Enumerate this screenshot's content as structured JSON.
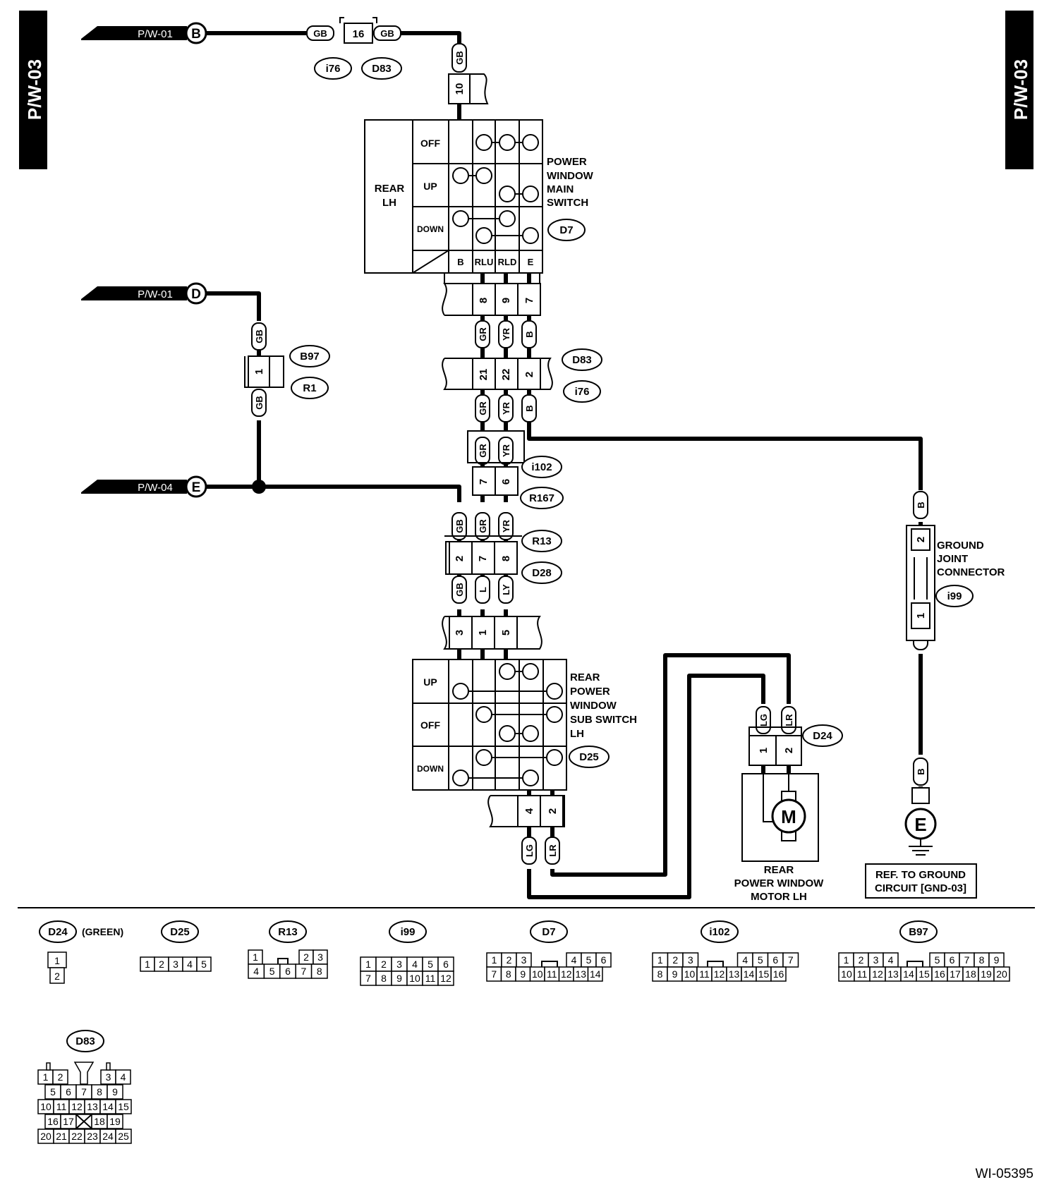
{
  "side_tabs": {
    "left": "P/W-03",
    "right": "P/W-03"
  },
  "offpage": {
    "b": {
      "ref": "P/W-01",
      "letter": "B"
    },
    "d": {
      "ref": "P/W-01",
      "letter": "D"
    },
    "e": {
      "ref": "P/W-04",
      "letter": "E"
    }
  },
  "wire_colors": {
    "gb": "GB",
    "gr": "GR",
    "yr": "YR",
    "b": "B",
    "l": "L",
    "ly": "LY",
    "lg": "LG",
    "lr": "LR"
  },
  "pins": {
    "p16": "16",
    "p10": "10",
    "p8": "8",
    "p9": "9",
    "p7": "7",
    "p21": "21",
    "p22": "22",
    "p2": "2",
    "p1": "1",
    "p6": "6",
    "p3": "3",
    "p5": "5",
    "p4": "4"
  },
  "connectors": {
    "i76": "i76",
    "D83": "D83",
    "D7": "D7",
    "B97": "B97",
    "R1": "R1",
    "i102": "i102",
    "R167": "R167",
    "R13": "R13",
    "D28": "D28",
    "D25": "D25",
    "D24": "D24",
    "i99": "i99"
  },
  "main_switch": {
    "label": [
      "POWER",
      "WINDOW",
      "MAIN",
      "SWITCH"
    ],
    "side_label": [
      "REAR",
      "LH"
    ],
    "rows": [
      "OFF",
      "UP",
      "DOWN"
    ],
    "terminals": [
      "B",
      "RLU",
      "RLD",
      "E"
    ]
  },
  "sub_switch": {
    "label": [
      "REAR",
      "POWER",
      "WINDOW",
      "SUB SWITCH",
      "LH"
    ],
    "rows": [
      "UP",
      "OFF",
      "DOWN"
    ]
  },
  "motor": {
    "symbol": "M",
    "label": [
      "REAR",
      "POWER WINDOW",
      "MOTOR LH"
    ]
  },
  "ground_joint": {
    "label": [
      "GROUND",
      "JOINT",
      "CONNECTOR"
    ]
  },
  "ground": {
    "symbol": "E",
    "ref": [
      "REF. TO GROUND",
      "CIRCUIT [GND-03]"
    ]
  },
  "connector_views": {
    "D24_note": "(GREEN)",
    "D24_pins": [
      "1",
      "2"
    ],
    "D25_pins": [
      "1",
      "2",
      "3",
      "4",
      "5"
    ],
    "R13_row1": [
      "1",
      "2",
      "3"
    ],
    "R13_row2": [
      "4",
      "5",
      "6",
      "7",
      "8"
    ],
    "i99_row1": [
      "1",
      "2",
      "3",
      "4",
      "5",
      "6"
    ],
    "i99_row2": [
      "7",
      "8",
      "9",
      "10",
      "11",
      "12"
    ],
    "D7_row1": [
      "1",
      "2",
      "3",
      "4",
      "5",
      "6"
    ],
    "D7_row2": [
      "7",
      "8",
      "9",
      "10",
      "11",
      "12",
      "13",
      "14"
    ],
    "i102_row1": [
      "1",
      "2",
      "3",
      "4",
      "5",
      "6",
      "7"
    ],
    "i102_row2": [
      "8",
      "9",
      "10",
      "11",
      "12",
      "13",
      "14",
      "15",
      "16"
    ],
    "B97_row1": [
      "1",
      "2",
      "3",
      "4",
      "5",
      "6",
      "7",
      "8",
      "9"
    ],
    "B97_row2": [
      "10",
      "11",
      "12",
      "13",
      "14",
      "15",
      "16",
      "17",
      "18",
      "19",
      "20"
    ],
    "D83_rows": [
      [
        "1",
        "2",
        "3",
        "4"
      ],
      [
        "5",
        "6",
        "7",
        "8",
        "9"
      ],
      [
        "10",
        "11",
        "12",
        "13",
        "14",
        "15"
      ],
      [
        "16",
        "17",
        "18",
        "19"
      ],
      [
        "20",
        "21",
        "22",
        "23",
        "24",
        "25"
      ]
    ]
  },
  "figure_id": "WI-05395",
  "colors": {
    "ink": "#000000",
    "paper": "#ffffff"
  }
}
